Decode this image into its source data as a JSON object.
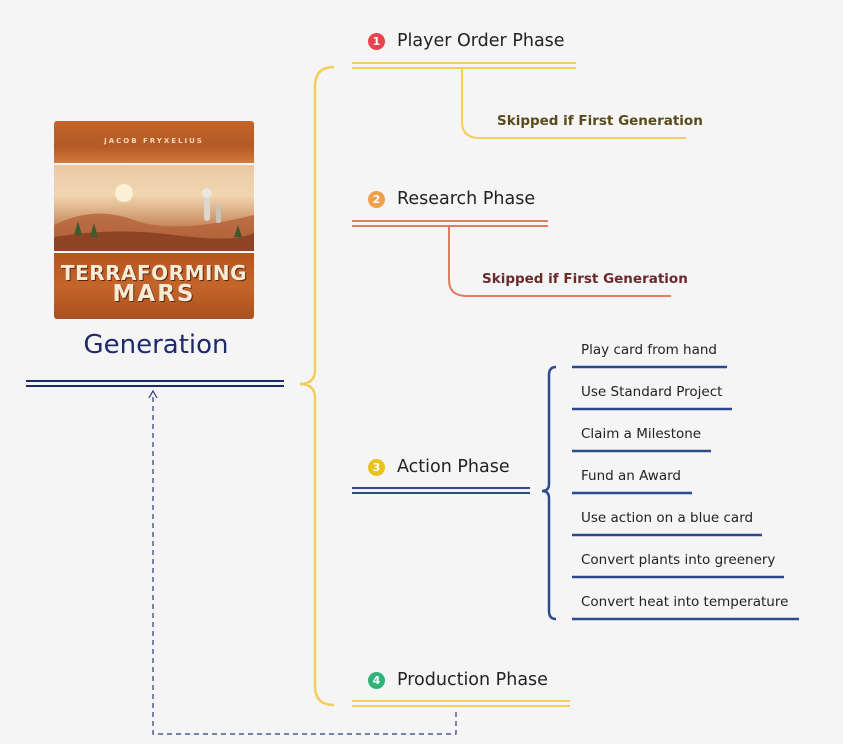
{
  "root": {
    "title": "Generation",
    "image": {
      "author": "JACOB FRYXELIUS",
      "logo_line1": "TERRAFORMING",
      "logo_line2": "MARS"
    }
  },
  "phases": [
    {
      "number": "1",
      "label": "Player Order Phase",
      "color": "#e8444d",
      "line_color": "#f5cd5b",
      "sub": "Skipped if First Generation"
    },
    {
      "number": "2",
      "label": "Research Phase",
      "color": "#f0a04b",
      "line_color": "#e57a5e",
      "sub": "Skipped if First Generation"
    },
    {
      "number": "3",
      "label": "Action Phase",
      "color": "#e9c21a",
      "line_color": "#2e4a8f",
      "sub": ""
    },
    {
      "number": "4",
      "label": "Production Phase",
      "color": "#2fb37a",
      "line_color": "#f5cd5b",
      "sub": ""
    }
  ],
  "actions": [
    "Play card from hand",
    "Use Standard Project",
    "Claim a Milestone",
    "Fund an Award",
    "Use action on a blue card",
    "Convert plants into greenery",
    "Convert heat into temperature"
  ],
  "colors": {
    "root_line": "#1f2a6b",
    "main_bracket": "#f5cd5b",
    "action_bracket": "#2e4a8f",
    "loop": "#2e3a7a"
  }
}
